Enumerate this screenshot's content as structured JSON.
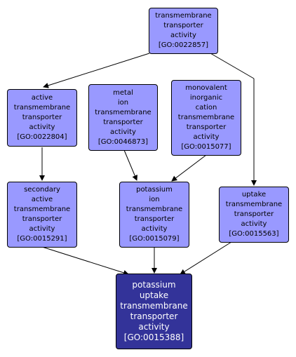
{
  "colors": {
    "node_fill": "#9999ff",
    "target_fill": "#333399",
    "target_text": "#ffffff",
    "edge": "#000000"
  },
  "nodes": {
    "go0022857": "transmembrane\ntransporter\nactivity\n[GO:0022857]",
    "go0022804": "active\ntransmembrane\ntransporter\nactivity\n[GO:0022804]",
    "go0046873": "metal\nion\ntransmembrane\ntransporter\nactivity\n[GO:0046873]",
    "go0015077": "monovalent\ninorganic\ncation\ntransmembrane\ntransporter\nactivity\n[GO:0015077]",
    "go0015291": "secondary\nactive\ntransmembrane\ntransporter\nactivity\n[GO:0015291]",
    "go0015079": "potassium\nion\ntransmembrane\ntransporter\nactivity\n[GO:0015079]",
    "go0015563": "uptake\ntransmembrane\ntransporter\nactivity\n[GO:0015563]",
    "go0015388": "potassium\nuptake\ntransmembrane\ntransporter\nactivity\n[GO:0015388]"
  }
}
